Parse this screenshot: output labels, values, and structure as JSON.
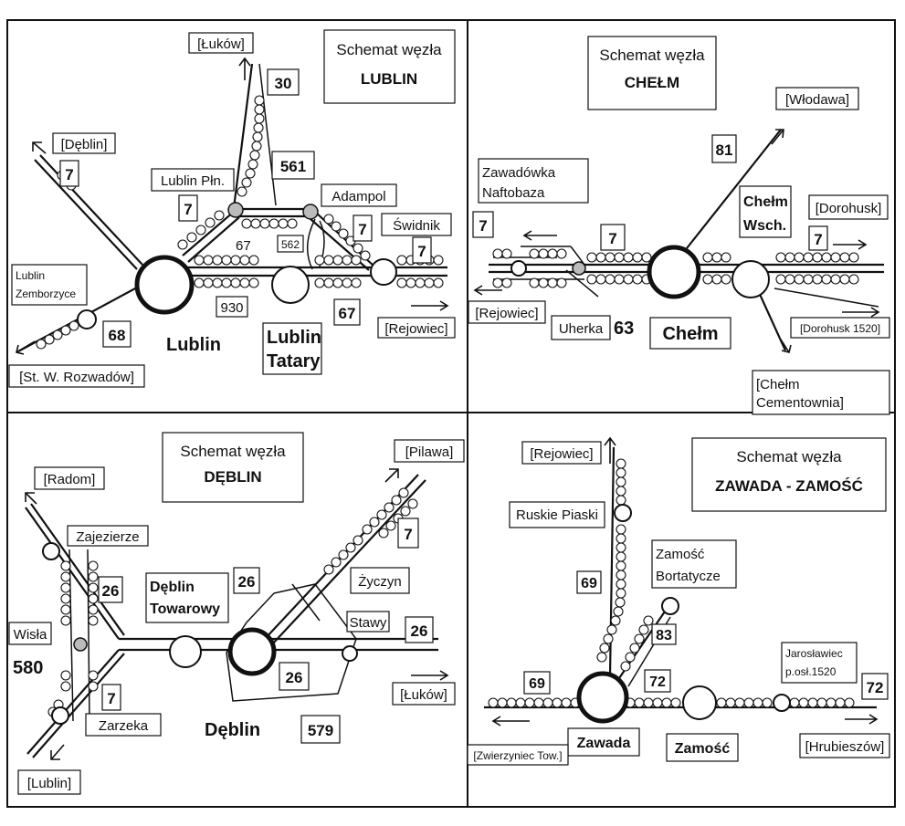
{
  "lublin": {
    "title_1": "Schemat węzła",
    "title_2": "LUBLIN",
    "lukow": "[Łuków]",
    "deblin": "[Dęblin]",
    "rejowiec": "[Rejowiec]",
    "rozwadow": "[St. W. Rozwadów]",
    "zemborzyce_1": "Lublin",
    "zemborzyce_2": "Zemborzyce",
    "polnoc": "Lublin Płn.",
    "adampol": "Adampol",
    "swidnik": "Świdnik",
    "lublin": "Lublin",
    "tatary_1": "Lublin",
    "tatary_2": "Tatary",
    "n30": "30",
    "n7a": "7",
    "n7b": "7",
    "n7c": "7",
    "n7d": "7",
    "n561": "561",
    "n562": "562",
    "n67a": "67",
    "n67b": "67",
    "n930": "930",
    "n68": "68"
  },
  "chelm": {
    "title_1": "Schemat węzła",
    "title_2": "CHEŁM",
    "wlodawa": "[Włodawa]",
    "zawadowka_1": "Zawadówka",
    "zawadowka_2": "Naftobaza",
    "wsch_1": "Chełm",
    "wsch_2": "Wsch.",
    "dorohusk": "[Dorohusk]",
    "dorohusk1520": "[Dorohusk 1520]",
    "rejowiec": "[Rejowiec]",
    "uherka": "Uherka",
    "chelm": "Chełm",
    "cementownia_1": "[Chełm",
    "cementownia_2": "Cementownia]",
    "n81": "81",
    "n7a": "7",
    "n7b": "7",
    "n7c": "7",
    "n63": "63"
  },
  "deblin": {
    "title_1": "Schemat węzła",
    "title_2": "DĘBLIN",
    "radom": "[Radom]",
    "pilawa": "[Pilawa]",
    "zajezierze": "Zajezierze",
    "towarowy_1": "Dęblin",
    "towarowy_2": "Towarowy",
    "zyczyn": "Życzyn",
    "stawy": "Stawy",
    "wisla": "Wisła",
    "lukow": "[Łuków]",
    "zarzeka": "Zarzeka",
    "lublin": "[Lublin]",
    "deblin": "Dęblin",
    "n7a": "7",
    "n7b": "7",
    "n26a": "26",
    "n26b": "26",
    "n26c": "26",
    "n26d": "26",
    "n580": "580",
    "n579": "579"
  },
  "zawada": {
    "title_1": "Schemat węzła",
    "title_2": "ZAWADA - ZAMOŚĆ",
    "rejowiec": "[Rejowiec]",
    "ruskie": "Ruskie Piaski",
    "bortatycze_1": "Zamość",
    "bortatycze_2": "Bortatycze",
    "jaroslawiec_1": "Jarosławiec",
    "jaroslawiec_2": "p.osł.1520",
    "zawada": "Zawada",
    "zamosc": "Zamość",
    "zwierzyniec": "[Zwierzyniec Tow.]",
    "hrubieszow": "[Hrubieszów]",
    "n69a": "69",
    "n69b": "69",
    "n83": "83",
    "n72a": "72",
    "n72b": "72"
  }
}
